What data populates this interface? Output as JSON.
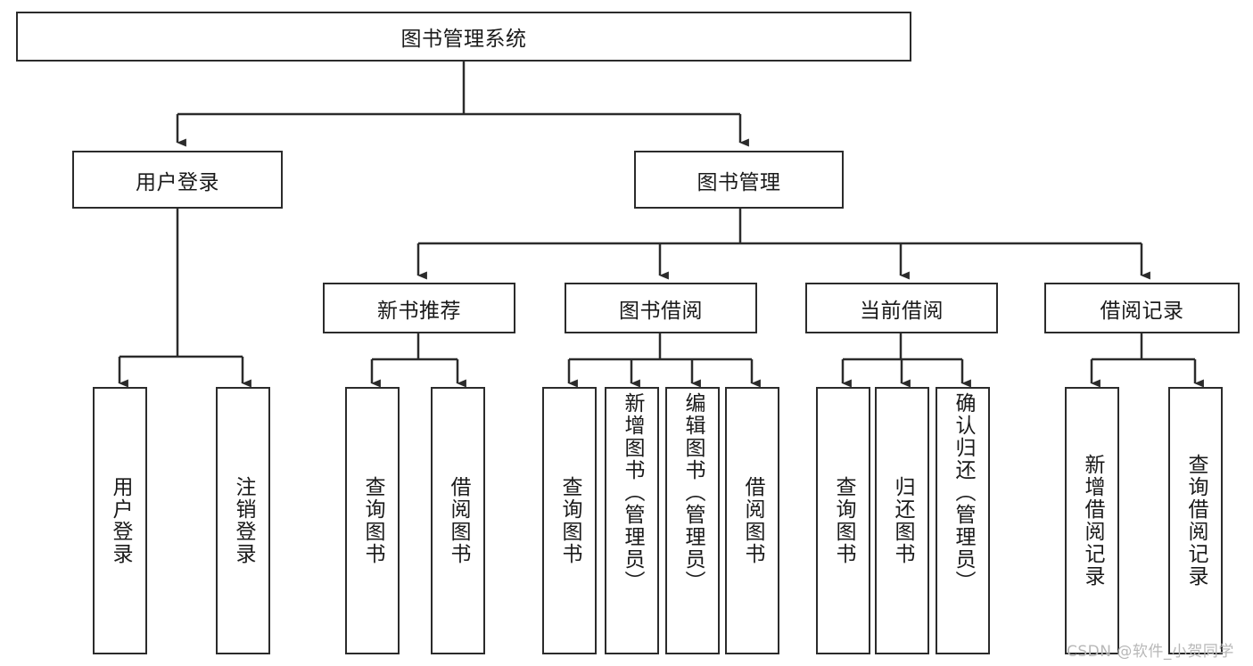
{
  "diagram": {
    "title": "图书管理系统",
    "type": "tree-hierarchy-diagram",
    "root": {
      "label": "图书管理系统"
    },
    "level2": [
      {
        "label": "用户登录"
      },
      {
        "label": "图书管理"
      }
    ],
    "level3": [
      {
        "label": "新书推荐"
      },
      {
        "label": "图书借阅"
      },
      {
        "label": "当前借阅"
      },
      {
        "label": "借阅记录"
      }
    ],
    "leaves": [
      {
        "label": "用户登录"
      },
      {
        "label": "注销登录"
      },
      {
        "label": "查询图书"
      },
      {
        "label": "借阅图书"
      },
      {
        "label": "查询图书"
      },
      {
        "label": "新增图书（管理员）"
      },
      {
        "label": "编辑图书（管理员）"
      },
      {
        "label": "借阅图书"
      },
      {
        "label": "查询图书"
      },
      {
        "label": "归还图书"
      },
      {
        "label": "确认归还（管理员）"
      },
      {
        "label": "新增借阅记录"
      },
      {
        "label": "查询借阅记录"
      }
    ],
    "watermark": "CSDN @软件_小贺同学",
    "colors": {
      "stroke": "#2b2b2b",
      "fill": "#ffffff",
      "text": "#1a1a1a",
      "watermark": "#b8b8b8"
    }
  }
}
